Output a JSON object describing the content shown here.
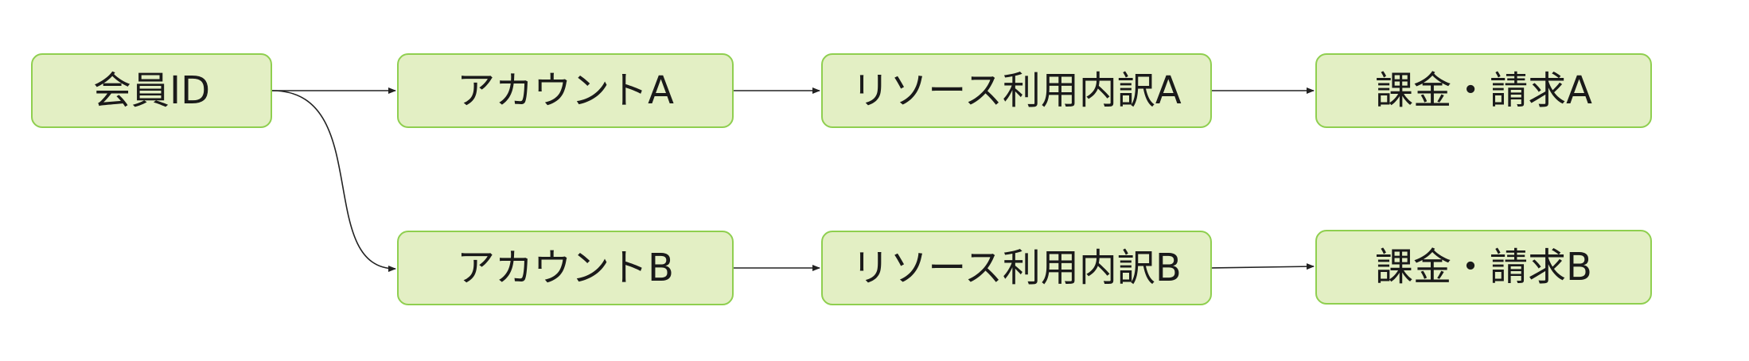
{
  "diagram": {
    "nodes": {
      "member_id": "会員ID",
      "account_a": "アカウントA",
      "account_b": "アカウントB",
      "resource_a": "リソース利用内訳A",
      "resource_b": "リソース利用内訳B",
      "billing_a": "課金・請求A",
      "billing_b": "課金・請求B"
    },
    "colors": {
      "node_fill": "#e3efc4",
      "node_border": "#8fcf4f",
      "text": "#1a1a1a",
      "edge": "#222222"
    },
    "edges": [
      {
        "from": "member_id",
        "to": "account_a"
      },
      {
        "from": "member_id",
        "to": "account_b"
      },
      {
        "from": "account_a",
        "to": "resource_a"
      },
      {
        "from": "resource_a",
        "to": "billing_a"
      },
      {
        "from": "account_b",
        "to": "resource_b"
      },
      {
        "from": "resource_b",
        "to": "billing_b"
      }
    ]
  }
}
